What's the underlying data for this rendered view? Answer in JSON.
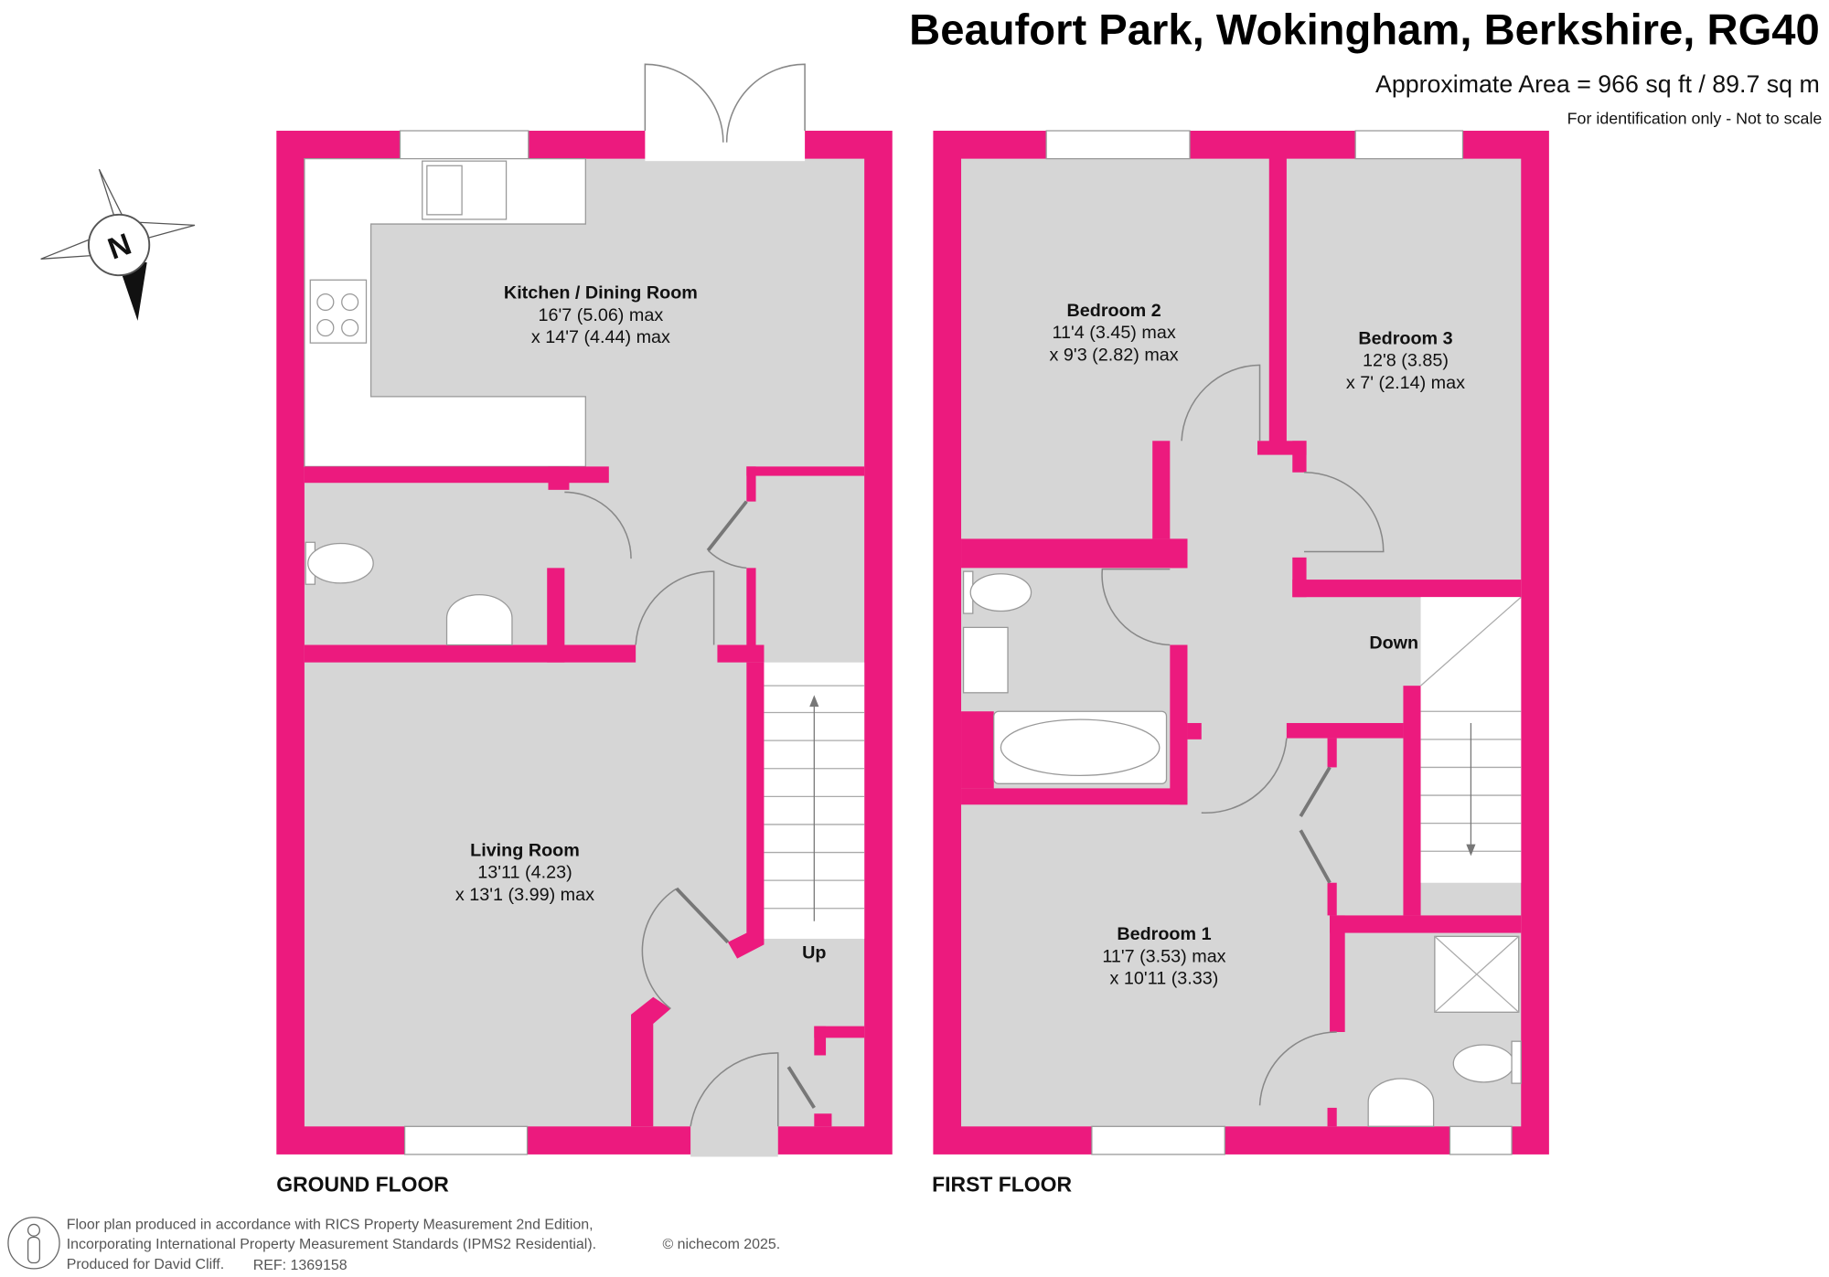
{
  "header": {
    "title": "Beaufort Park, Wokingham, Berkshire, RG40",
    "area": "Approximate Area = 966 sq ft / 89.7 sq m",
    "disclaimer": "For identification only - Not to scale"
  },
  "compass": {
    "label": "N"
  },
  "ground_floor": {
    "label": "GROUND FLOOR",
    "rooms": [
      {
        "name": "Kitchen / Dining Room",
        "dim1": "16'7 (5.06) max",
        "dim2": "x 14'7 (4.44) max"
      },
      {
        "name": "Living Room",
        "dim1": "13'11 (4.23)",
        "dim2": "x 13'1 (3.99) max"
      }
    ],
    "stairs_label": "Up"
  },
  "first_floor": {
    "label": "FIRST FLOOR",
    "rooms": [
      {
        "name": "Bedroom 2",
        "dim1": "11'4 (3.45) max",
        "dim2": "x 9'3 (2.82) max"
      },
      {
        "name": "Bedroom 3",
        "dim1": "12'8 (3.85)",
        "dim2": "x 7' (2.14) max"
      },
      {
        "name": "Bedroom 1",
        "dim1": "11'7 (3.53) max",
        "dim2": "x 10'11 (3.33)"
      }
    ],
    "stairs_label": "Down"
  },
  "footer": {
    "line1": "Floor plan produced in accordance with RICS Property Measurement 2nd Edition,",
    "line2": "Incorporating International Property Measurement Standards (IPMS2 Residential).",
    "copyright": "© nichecom 2025.",
    "line3": "Produced for David Cliff.",
    "ref": "REF:  1369158"
  },
  "colors": {
    "wall": "#EC1A7E",
    "floor": "#D6D6D6"
  }
}
